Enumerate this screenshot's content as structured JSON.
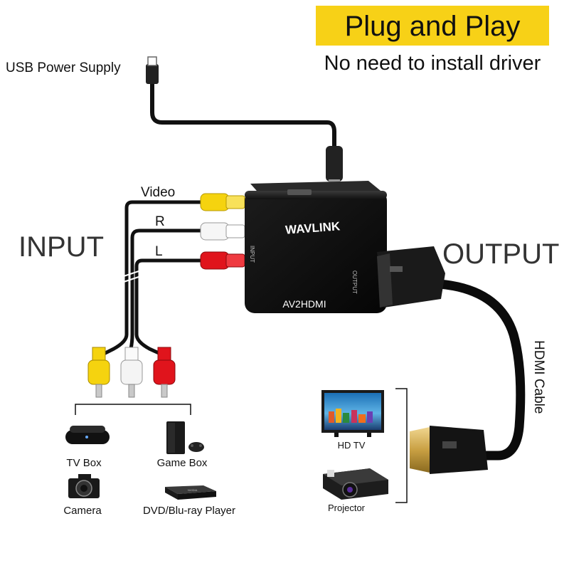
{
  "header": {
    "badge_text": "Plug and Play",
    "subtitle": "No need to install driver"
  },
  "power": {
    "label": "USB Power Supply"
  },
  "input": {
    "title": "INPUT",
    "lines": [
      {
        "label": "Video",
        "color": "#f5d30f"
      },
      {
        "label": "R",
        "color": "#ffffff"
      },
      {
        "label": "L",
        "color": "#e0141c"
      }
    ]
  },
  "device": {
    "brand": "WAVLINK",
    "model": "AV2HDMI",
    "input_port": "INPUT",
    "output_port": "OUTPUT"
  },
  "output": {
    "title": "OUTPUT",
    "cable_label": "HDMI Cable"
  },
  "sources": [
    {
      "label": "TV Box",
      "icon": "tv-box-icon"
    },
    {
      "label": "Game Box",
      "icon": "game-console-icon"
    },
    {
      "label": "Camera",
      "icon": "camera-icon"
    },
    {
      "label": "DVD/Blu-ray Player",
      "icon": "dvd-player-icon"
    }
  ],
  "displays": [
    {
      "label": "HD TV",
      "icon": "hd-tv-icon"
    },
    {
      "label": "Projector",
      "icon": "projector-icon"
    }
  ],
  "colors": {
    "badge": "#f7d117",
    "video_plug": "#f5d30f",
    "right_plug": "#ffffff",
    "left_plug": "#e0141c",
    "device_body": "#141414"
  }
}
